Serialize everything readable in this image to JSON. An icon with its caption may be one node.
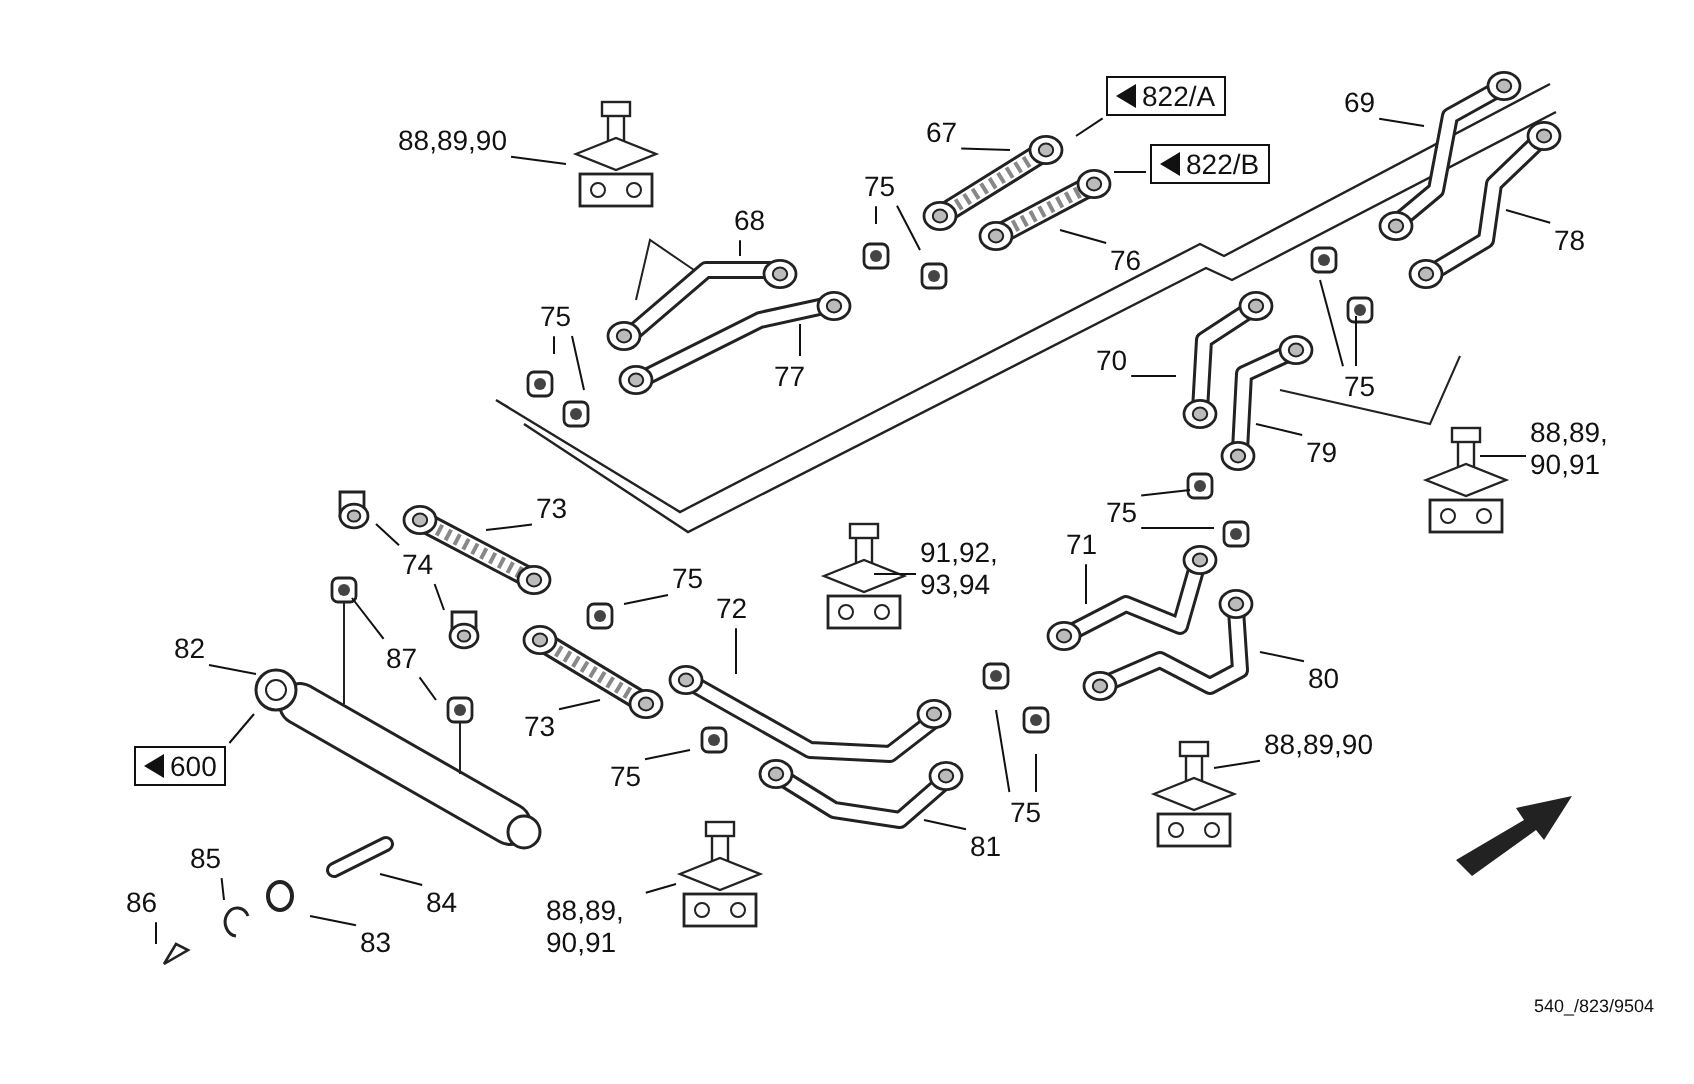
{
  "diagram": {
    "caption": "540_/823/9504",
    "nodes": [
      {
        "text": [
          "88,89,90"
        ]
      },
      {
        "text": [
          "67"
        ]
      },
      {
        "text": [
          "822/A"
        ]
      },
      {
        "text": [
          "822/B"
        ]
      },
      {
        "text": [
          "75"
        ]
      },
      {
        "text": [
          "68"
        ]
      },
      {
        "text": [
          "76"
        ]
      },
      {
        "text": [
          "75"
        ]
      },
      {
        "text": [
          "77"
        ]
      },
      {
        "text": [
          "69"
        ]
      },
      {
        "text": [
          "78"
        ]
      },
      {
        "text": [
          "70"
        ]
      },
      {
        "text": [
          "75"
        ]
      },
      {
        "text": [
          "79"
        ]
      },
      {
        "text": [
          "88,89, 90,91"
        ]
      },
      {
        "text": [
          "75"
        ]
      },
      {
        "text": [
          "71"
        ]
      },
      {
        "text": [
          "91,92, 93,94"
        ]
      },
      {
        "text": [
          "73"
        ]
      },
      {
        "text": [
          "74"
        ]
      },
      {
        "text": [
          "75"
        ]
      },
      {
        "text": [
          "72"
        ]
      },
      {
        "text": [
          "82"
        ]
      },
      {
        "text": [
          "87"
        ]
      },
      {
        "text": [
          "600"
        ]
      },
      {
        "text": [
          "73"
        ]
      },
      {
        "text": [
          "75"
        ]
      },
      {
        "text": [
          "80"
        ]
      },
      {
        "text": [
          "88,89,90"
        ]
      },
      {
        "text": [
          "75"
        ]
      },
      {
        "text": [
          "81"
        ]
      },
      {
        "text": [
          "85"
        ]
      },
      {
        "text": [
          "84"
        ]
      },
      {
        "text": [
          "86"
        ]
      },
      {
        "text": [
          "83"
        ]
      },
      {
        "text": [
          "88,89, 90,91"
        ]
      }
    ],
    "edges": [
      {
        "from": 0,
        "to": null,
        "arrow": "none"
      },
      {
        "from": 1,
        "to": null,
        "arrow": "none"
      },
      {
        "from": 2,
        "to": null,
        "arrow": "none"
      },
      {
        "from": 3,
        "to": null,
        "arrow": "none"
      },
      {
        "from": 4,
        "to": null,
        "arrow": "none"
      },
      {
        "from": 4,
        "to": null,
        "arrow": "none"
      },
      {
        "from": 5,
        "to": null,
        "arrow": "none"
      },
      {
        "from": 6,
        "to": null,
        "arrow": "none"
      },
      {
        "from": 7,
        "to": null,
        "arrow": "none"
      },
      {
        "from": 7,
        "to": null,
        "arrow": "none"
      },
      {
        "from": 8,
        "to": null,
        "arrow": "none"
      },
      {
        "from": 9,
        "to": null,
        "arrow": "none"
      },
      {
        "from": 10,
        "to": null,
        "arrow": "none"
      },
      {
        "from": 11,
        "to": null,
        "arrow": "none"
      },
      {
        "from": 12,
        "to": null,
        "arrow": "none"
      },
      {
        "from": 12,
        "to": null,
        "arrow": "none"
      },
      {
        "from": 13,
        "to": null,
        "arrow": "none"
      },
      {
        "from": 14,
        "to": null,
        "arrow": "none"
      },
      {
        "from": 15,
        "to": null,
        "arrow": "none"
      },
      {
        "from": 15,
        "to": null,
        "arrow": "none"
      },
      {
        "from": 16,
        "to": null,
        "arrow": "none"
      },
      {
        "from": 17,
        "to": null,
        "arrow": "none"
      },
      {
        "from": 18,
        "to": null,
        "arrow": "none"
      },
      {
        "from": 19,
        "to": null,
        "arrow": "none"
      },
      {
        "from": 19,
        "to": null,
        "arrow": "none"
      },
      {
        "from": 20,
        "to": null,
        "arrow": "none"
      },
      {
        "from": 21,
        "to": null,
        "arrow": "none"
      },
      {
        "from": 22,
        "to": null,
        "arrow": "none"
      },
      {
        "from": 23,
        "to": null,
        "arrow": "none"
      },
      {
        "from": 23,
        "to": null,
        "arrow": "none"
      },
      {
        "from": 24,
        "to": null,
        "arrow": "none"
      },
      {
        "from": 25,
        "to": null,
        "arrow": "none"
      },
      {
        "from": 26,
        "to": null,
        "arrow": "none"
      },
      {
        "from": 27,
        "to": null,
        "arrow": "none"
      },
      {
        "from": 28,
        "to": null,
        "arrow": "none"
      },
      {
        "from": 29,
        "to": null,
        "arrow": "none"
      },
      {
        "from": 29,
        "to": null,
        "arrow": "none"
      },
      {
        "from": 30,
        "to": null,
        "arrow": "none"
      },
      {
        "from": 31,
        "to": null,
        "arrow": "none"
      },
      {
        "from": 32,
        "to": null,
        "arrow": "none"
      },
      {
        "from": 33,
        "to": null,
        "arrow": "none"
      },
      {
        "from": 34,
        "to": null,
        "arrow": "none"
      },
      {
        "from": 35,
        "to": null,
        "arrow": "none"
      }
    ]
  }
}
